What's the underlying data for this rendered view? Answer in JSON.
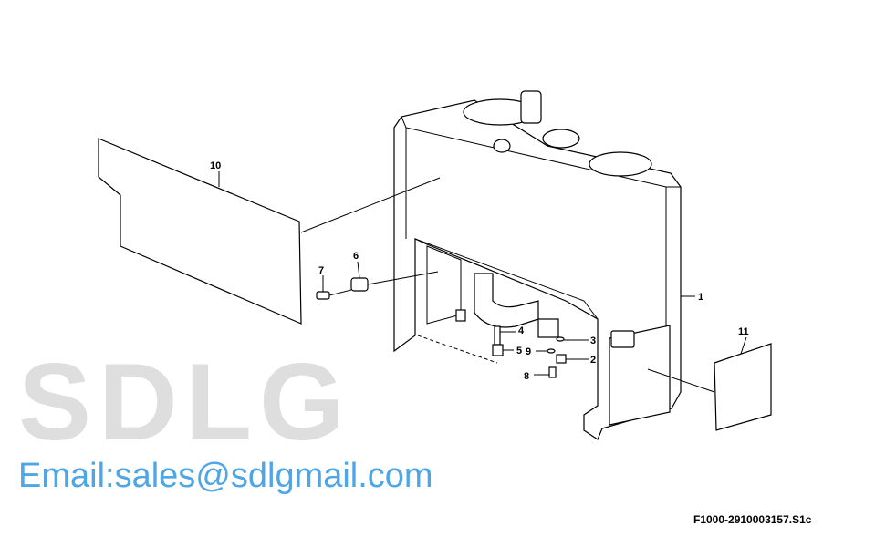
{
  "watermark": {
    "brand": "SDLG",
    "email": "Email:sales@sdlgmail.com",
    "email_color": "#4fa6e6",
    "brand_color": "#dedede"
  },
  "drawing_code": "F1000-2910003157.S1c",
  "callouts": [
    "1",
    "2",
    "3",
    "4",
    "5",
    "6",
    "7",
    "8",
    "9",
    "10",
    "11"
  ]
}
